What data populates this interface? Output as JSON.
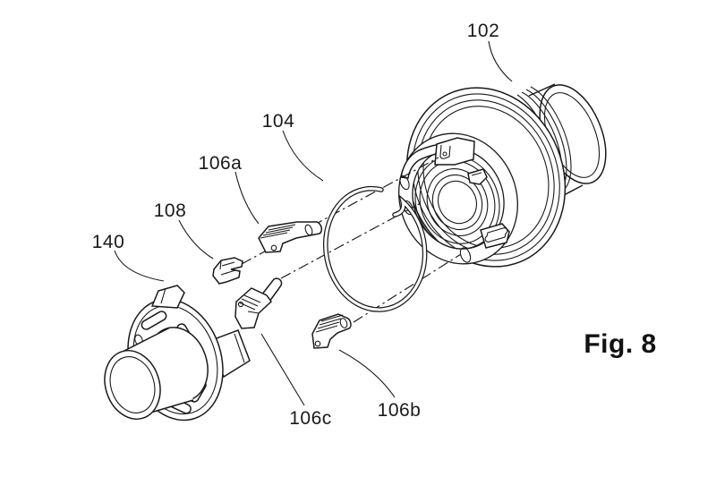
{
  "figure": {
    "caption": "Fig. 8",
    "labels": [
      {
        "text": "102"
      },
      {
        "text": "104"
      },
      {
        "text": "106a"
      },
      {
        "text": "108"
      },
      {
        "text": "140"
      },
      {
        "text": "106c"
      },
      {
        "text": "106b"
      }
    ],
    "colors": {
      "line": "#1a1a1a",
      "background": "#ffffff"
    }
  }
}
